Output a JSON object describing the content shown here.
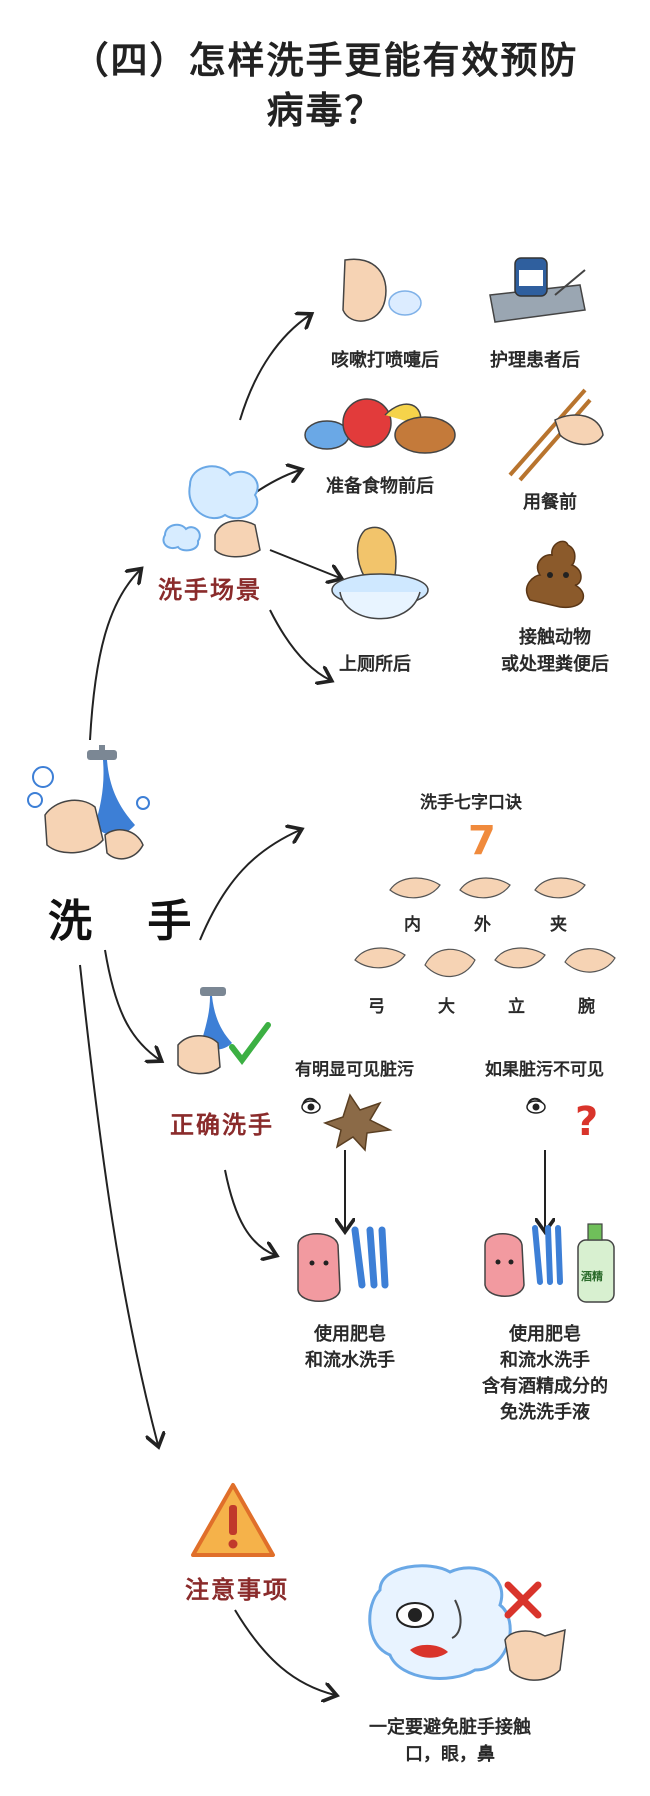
{
  "title": {
    "line1": "（四）怎样洗手更能有效预防",
    "line2": "病毒？"
  },
  "center": {
    "label": "洗 手"
  },
  "scenes": {
    "heading": "洗手场景",
    "items": [
      {
        "label": "咳嗽打喷嚏后",
        "icon": "sneeze-face-icon"
      },
      {
        "label": "护理患者后",
        "icon": "medicine-tray-icon"
      },
      {
        "label": "准备食物前后",
        "icon": "food-icon"
      },
      {
        "label": "用餐前",
        "icon": "chopsticks-icon"
      },
      {
        "label": "上厕所后",
        "icon": "toilet-icon"
      },
      {
        "label": "接触动物",
        "label2": "或处理粪便后",
        "icon": "poop-icon"
      }
    ]
  },
  "correct": {
    "heading": "正确洗手",
    "mnemonic_title": "洗手七字口诀",
    "mnemonic_number": "7",
    "steps": [
      "内",
      "外",
      "夹",
      "弓",
      "大",
      "立",
      "腕"
    ],
    "visible_dirt": {
      "heading": "有明显可见脏污",
      "result_line1": "使用肥皂",
      "result_line2": "和流水洗手"
    },
    "invisible_dirt": {
      "heading": "如果脏污不可见",
      "result_line1": "使用肥皂",
      "result_line2": "和流水洗手",
      "result_line3": "含有酒精成分的",
      "result_line4": "免洗洗手液",
      "bottle_text": "酒精"
    }
  },
  "caution": {
    "heading": "注意事项",
    "note_line1": "一定要避免脏手接触",
    "note_line2": "口，眼，鼻"
  },
  "colors": {
    "section_red": "#8a2b2b",
    "water_blue": "#3d7fd6",
    "skin": "#f6d3b4",
    "poop_brown": "#8b5a2b",
    "warning_orange": "#f08a3c",
    "check_green": "#3cb043",
    "cross_red": "#d9342b"
  }
}
